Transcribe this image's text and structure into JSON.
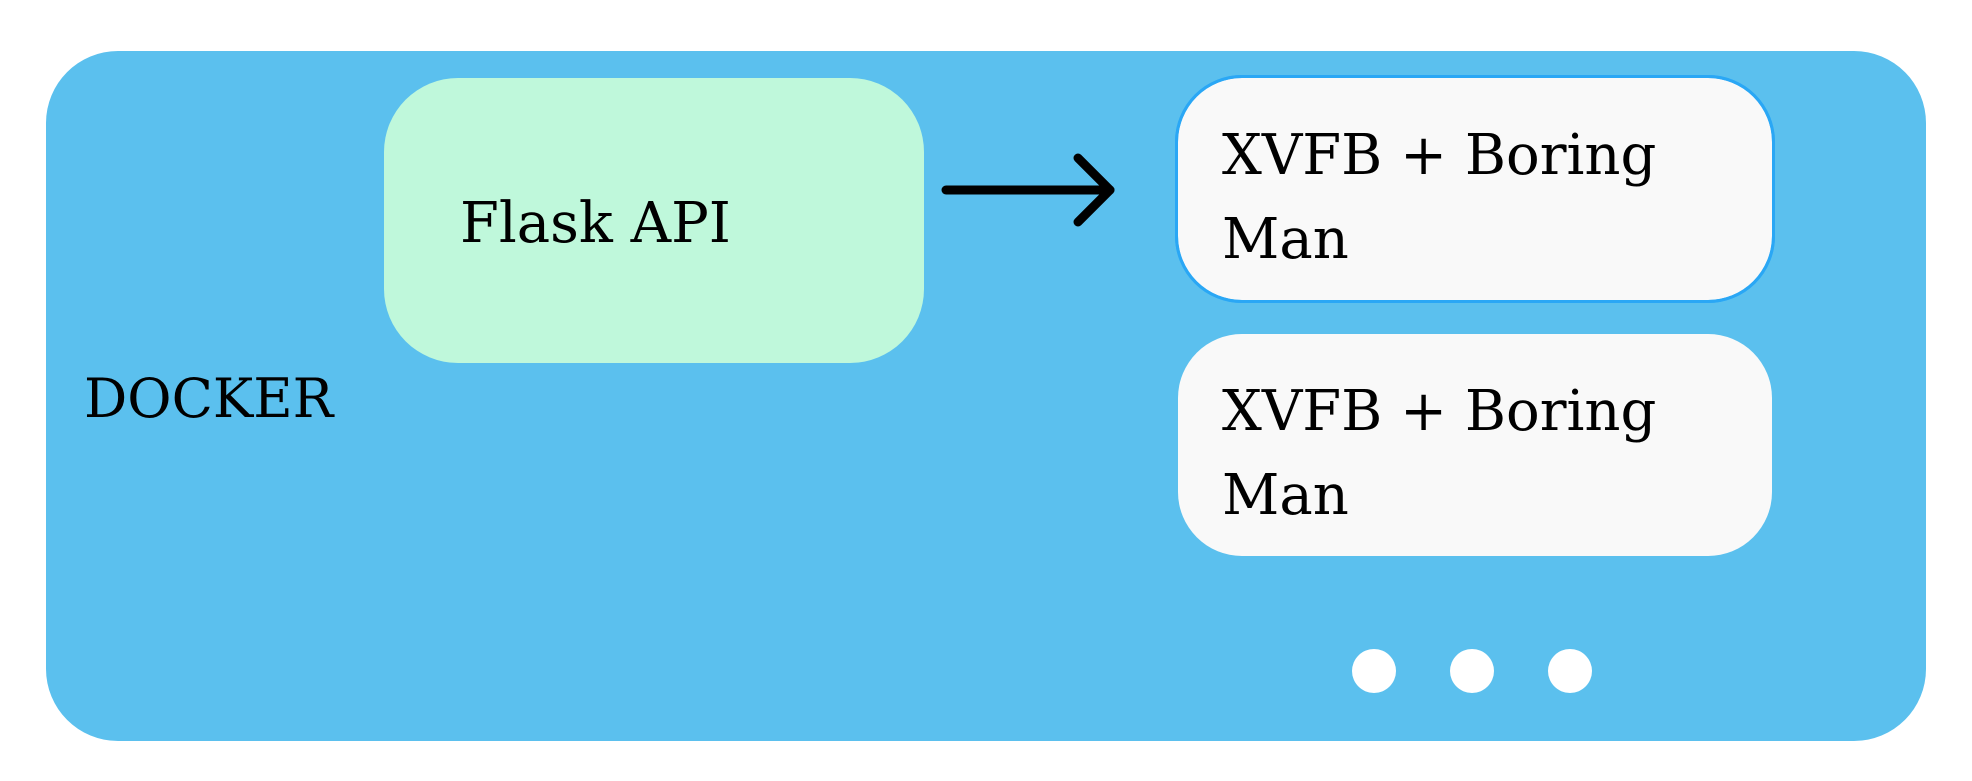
{
  "diagram": {
    "container": {
      "label": "DOCKER",
      "color": "#5bc0ee"
    },
    "flask": {
      "label": "Flask API",
      "color": "#bff8db"
    },
    "workers": [
      {
        "label_line1": "XVFB + Boring",
        "label_line2": "Man",
        "selected": true
      },
      {
        "label_line1": "XVFB + Boring",
        "label_line2": "Man",
        "selected": false
      }
    ],
    "worker_color": "#f9f9f9",
    "selection_color": "#2aa7f5",
    "ellipsis_dots": 3
  }
}
